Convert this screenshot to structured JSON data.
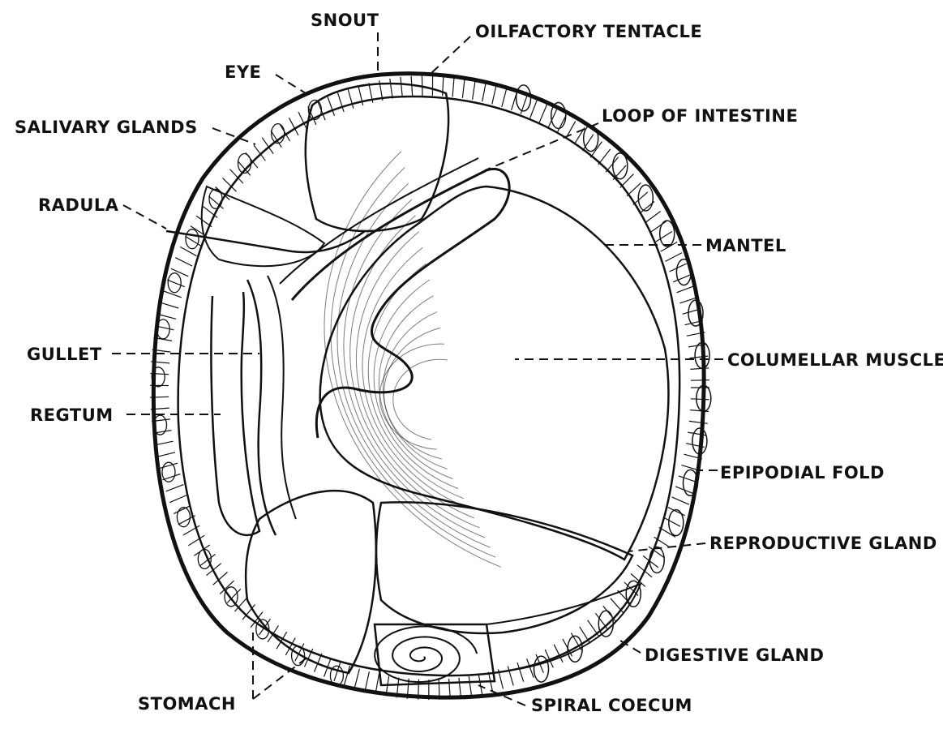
{
  "labels": {
    "snout": "SNOUT",
    "olfactory_tentacle": "OILFACTORY TENTACLE",
    "eye": "EYE",
    "salivary_glands": "SALIVARY GLANDS",
    "loop_of_intestine": "LOOP OF INTESTINE",
    "radula": "RADULA",
    "mantel": "MANTEL",
    "gullet": "GULLET",
    "columellar_muscle": "COLUMELLAR MUSCLE",
    "rectum": "REGTUM",
    "epipodial_fold": "EPIPODIAL FOLD",
    "reproductive_gland": "REPRODUCTIVE GLAND",
    "digestive_gland": "DIGESTIVE GLAND",
    "stomach": "STOMACH",
    "spiral_coecum": "SPIRAL COECUM"
  },
  "style": {
    "ink": "#111111",
    "paper": "#ffffff"
  }
}
